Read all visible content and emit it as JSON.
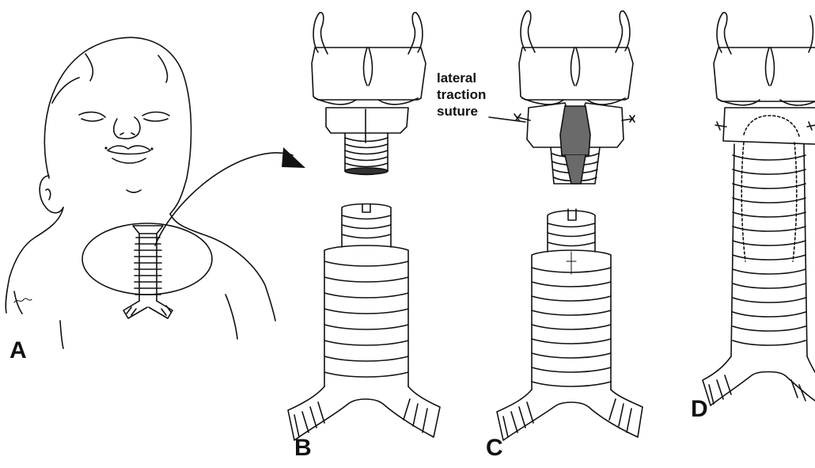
{
  "panels": {
    "a_label": "A",
    "b_label": "B",
    "c_label": "C",
    "d_label": "D"
  },
  "annotation": {
    "line1": "lateral",
    "line2": "traction",
    "line3": "suture"
  },
  "colors": {
    "ink": "#111111",
    "background": "#ffffff",
    "shade": "#6a6a6a"
  }
}
